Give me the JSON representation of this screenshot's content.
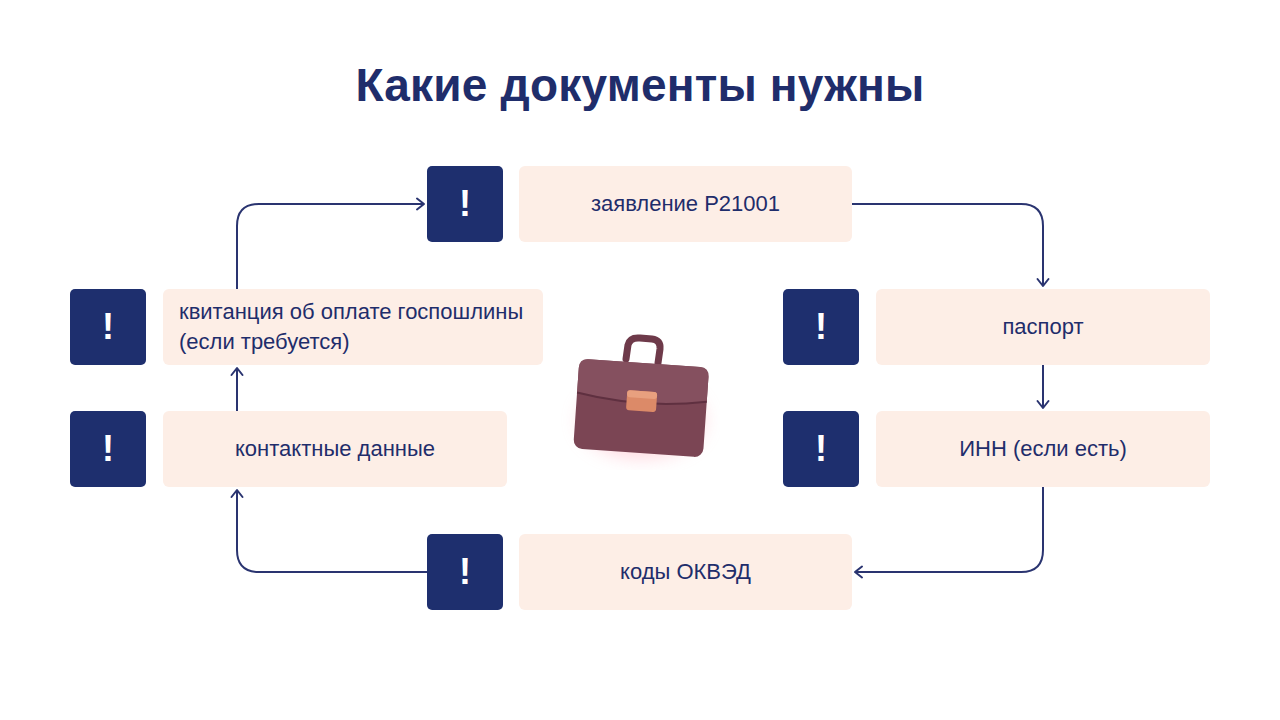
{
  "diagram": {
    "title": "Какие документы нужны",
    "nodes": [
      {
        "text": [
          "!"
        ]
      },
      {
        "text": [
          "заявление Р21001"
        ]
      },
      {
        "text": [
          "!"
        ]
      },
      {
        "text": [
          "паспорт"
        ]
      },
      {
        "text": [
          "!"
        ]
      },
      {
        "text": [
          "ИНН (если есть)"
        ]
      },
      {
        "text": [
          "!"
        ]
      },
      {
        "text": [
          "коды ОКВЭД"
        ]
      },
      {
        "text": [
          "!"
        ]
      },
      {
        "text": [
          "контактные данные"
        ]
      },
      {
        "text": [
          "!"
        ]
      },
      {
        "text": [
          "квитанция об оплате госпошлины (если требуется)"
        ]
      }
    ],
    "edges": [
      {
        "from": 1,
        "to": 3,
        "arrow": "to"
      },
      {
        "from": 3,
        "to": 5,
        "arrow": "to"
      },
      {
        "from": 5,
        "to": 7,
        "arrow": "to"
      },
      {
        "from": 6,
        "to": 9,
        "arrow": "to"
      },
      {
        "from": 9,
        "to": 11,
        "arrow": "to"
      },
      {
        "from": 11,
        "to": 0,
        "arrow": "to"
      }
    ]
  }
}
